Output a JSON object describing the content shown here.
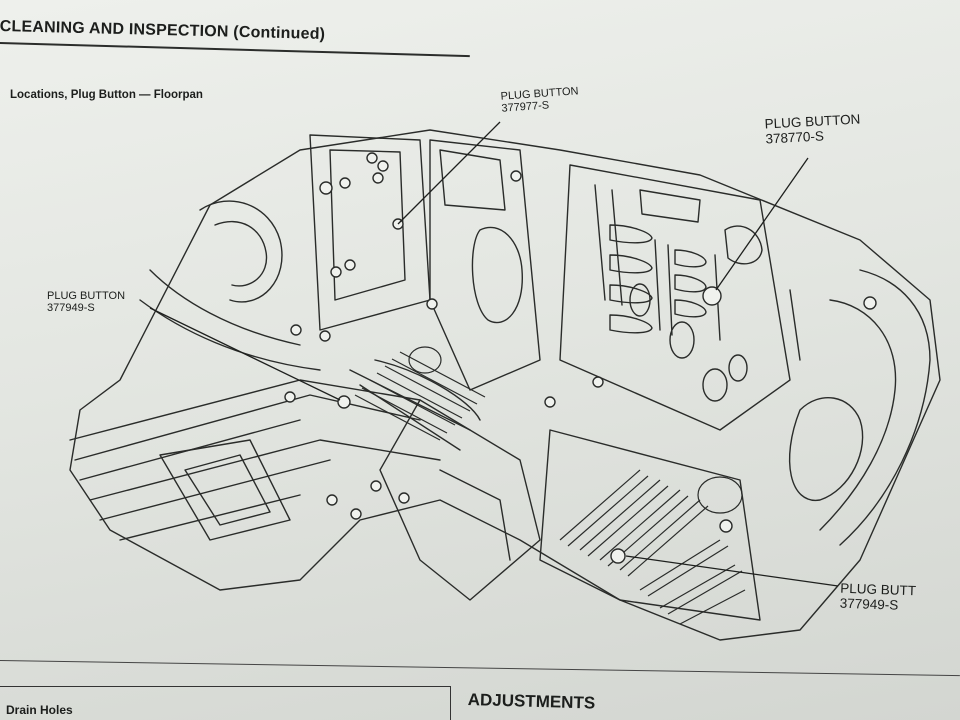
{
  "header": {
    "section_title": "CLEANING AND INSPECTION (Continued)"
  },
  "figure": {
    "caption": "Locations, Plug Button — Floorpan",
    "callouts": [
      {
        "label": "PLUG BUTTON",
        "part": "377977-S"
      },
      {
        "label": "PLUG BUTTON",
        "part": "378770-S"
      },
      {
        "label": "PLUG BUTTON",
        "part": "377949-S"
      },
      {
        "label": "PLUG BUTT",
        "part": "377949-S"
      }
    ]
  },
  "footer": {
    "left_heading": "Drain Holes",
    "right_heading": "ADJUSTMENTS"
  }
}
